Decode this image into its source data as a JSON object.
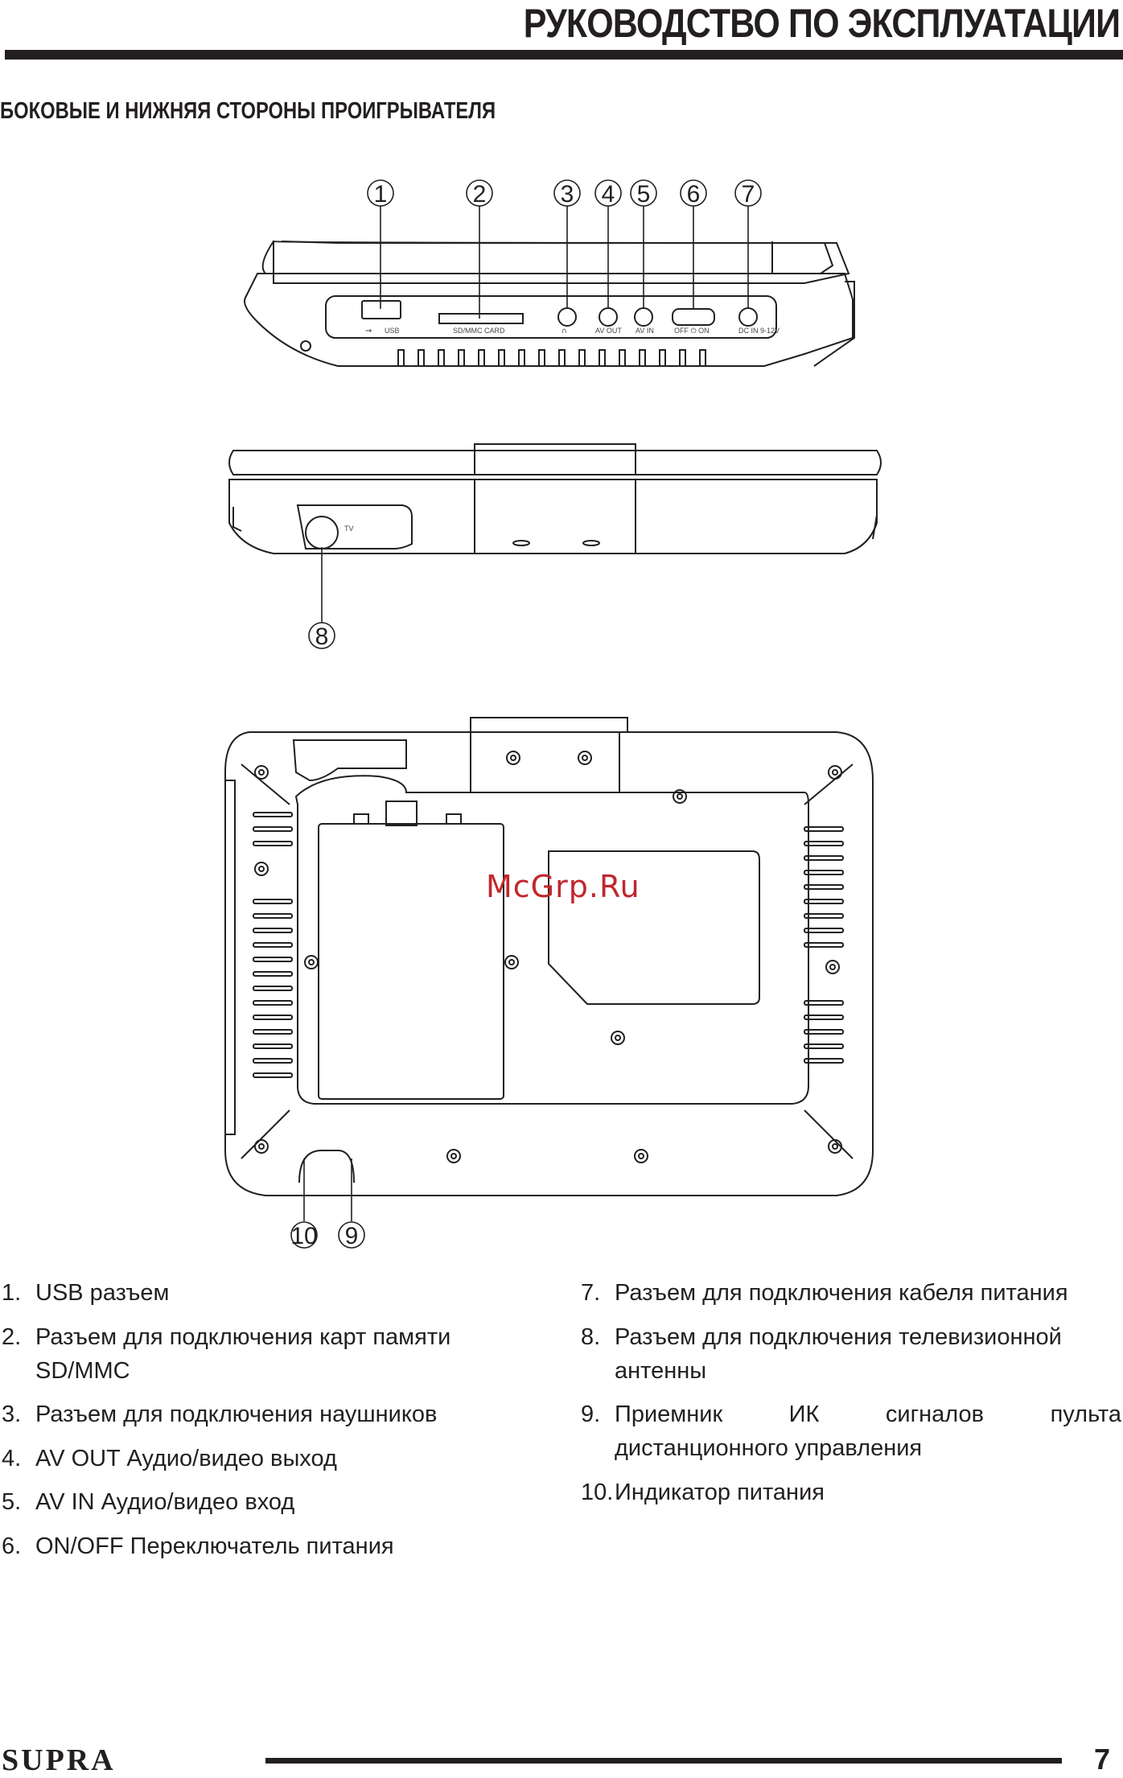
{
  "header": {
    "title": "РУКОВОДСТВО ПО ЭКСПЛУАТАЦИИ"
  },
  "section": {
    "title": "БОКОВЫЕ И НИЖНЯЯ  СТОРОНЫ ПРОИГРЫВАТЕЛЯ"
  },
  "figure": {
    "callouts": [
      "1",
      "2",
      "3",
      "4",
      "5",
      "6",
      "7",
      "8",
      "9",
      "10"
    ],
    "port_labels": {
      "usb": "USB",
      "card": "SD/MMC CARD",
      "av_out": "AV OUT",
      "av_in": "AV IN",
      "switch": "OFF  ⏻  ON",
      "dc_in": "DC IN 9-12V",
      "tv": "TV"
    }
  },
  "watermark": "McGrp.Ru",
  "items_left": [
    {
      "num": "1.",
      "text": "USB разъем"
    },
    {
      "num": "2.",
      "text": "Разъем для подключения карт памяти SD/MMC"
    },
    {
      "num": "3.",
      "text": "Разъем для подключения наушников"
    },
    {
      "num": "4.",
      "text": "AV OUT Аудио/видео выход"
    },
    {
      "num": "5.",
      "text": "AV IN Аудио/видео вход"
    },
    {
      "num": "6.",
      "text": "ON/OFF Переключатель питания"
    }
  ],
  "items_right": [
    {
      "num": "7.",
      "text": "Разъем для подключения кабеля питания"
    },
    {
      "num": "8.",
      "text": "Разъем для подключения телевизионной антенны"
    },
    {
      "num": "9.",
      "text": "Приемник ИК сигналов пульта дистанционного управления"
    },
    {
      "num": "10.",
      "text": "Индикатор питания"
    }
  ],
  "footer": {
    "brand": "SUPRA",
    "page": "7"
  }
}
